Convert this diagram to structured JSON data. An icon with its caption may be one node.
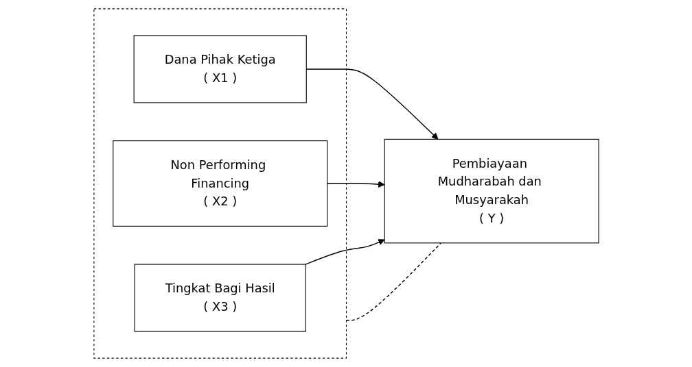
{
  "diagram": {
    "nodes": [
      {
        "text": [],
        "shape": "box"
      },
      {
        "text": [
          "Dana Pihak Ketiga",
          "( X1 )"
        ],
        "in": 0
      },
      {
        "text": [
          "Non Performing Financing",
          "( X2 )"
        ],
        "in": 0
      },
      {
        "text": [
          "Tingkat Bagi Hasil",
          "( X3 )"
        ],
        "in": 0
      },
      {
        "text": [
          "Pembiayaan Mudharabah dan Musyarakah",
          "( Y )"
        ]
      }
    ],
    "edges": [
      {
        "from": 1,
        "to": 4,
        "arrow": "to"
      },
      {
        "from": 2,
        "to": 4,
        "arrow": "to"
      },
      {
        "from": 3,
        "to": 4,
        "arrow": "to"
      },
      {
        "from": 0,
        "to": 4,
        "arrow": "none",
        "style": "dashed"
      }
    ]
  }
}
